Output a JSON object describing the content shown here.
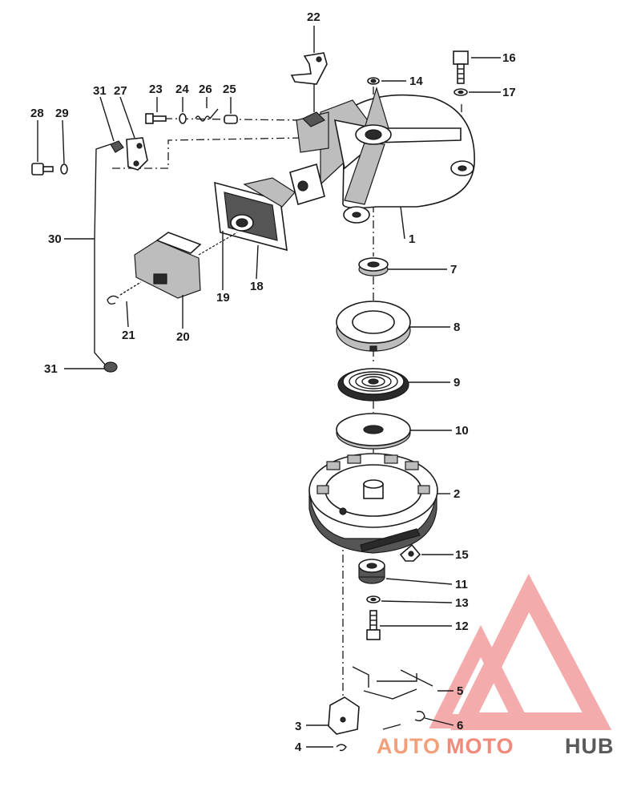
{
  "callouts": [
    {
      "id": "p1",
      "text": "1"
    },
    {
      "id": "p2",
      "text": "2"
    },
    {
      "id": "p3",
      "text": "3"
    },
    {
      "id": "p4",
      "text": "4"
    },
    {
      "id": "p5",
      "text": "5"
    },
    {
      "id": "p6",
      "text": "6"
    },
    {
      "id": "p7",
      "text": "7"
    },
    {
      "id": "p8",
      "text": "8"
    },
    {
      "id": "p9",
      "text": "9"
    },
    {
      "id": "p10",
      "text": "10"
    },
    {
      "id": "p11",
      "text": "11"
    },
    {
      "id": "p12",
      "text": "12"
    },
    {
      "id": "p13",
      "text": "13"
    },
    {
      "id": "p14",
      "text": "14"
    },
    {
      "id": "p15",
      "text": "15"
    },
    {
      "id": "p16",
      "text": "16"
    },
    {
      "id": "p17",
      "text": "17"
    },
    {
      "id": "p18",
      "text": "18"
    },
    {
      "id": "p19",
      "text": "19"
    },
    {
      "id": "p20",
      "text": "20"
    },
    {
      "id": "p21",
      "text": "21"
    },
    {
      "id": "p22",
      "text": "22"
    },
    {
      "id": "p23",
      "text": "23"
    },
    {
      "id": "p24",
      "text": "24"
    },
    {
      "id": "p25",
      "text": "25"
    },
    {
      "id": "p26",
      "text": "26"
    },
    {
      "id": "p27",
      "text": "27"
    },
    {
      "id": "p28",
      "text": "28"
    },
    {
      "id": "p29",
      "text": "29"
    },
    {
      "id": "p30",
      "text": "30"
    },
    {
      "id": "p31a",
      "text": "31"
    },
    {
      "id": "p31b",
      "text": "31"
    }
  ],
  "watermark": {
    "auto": "AUTO",
    "moto": "MOTO",
    "hub": "HUB",
    "colors": {
      "auto": "#f2a07a",
      "moto": "#f08a7a",
      "hub": "#5a5a5a",
      "triangle": "#f09090"
    }
  }
}
